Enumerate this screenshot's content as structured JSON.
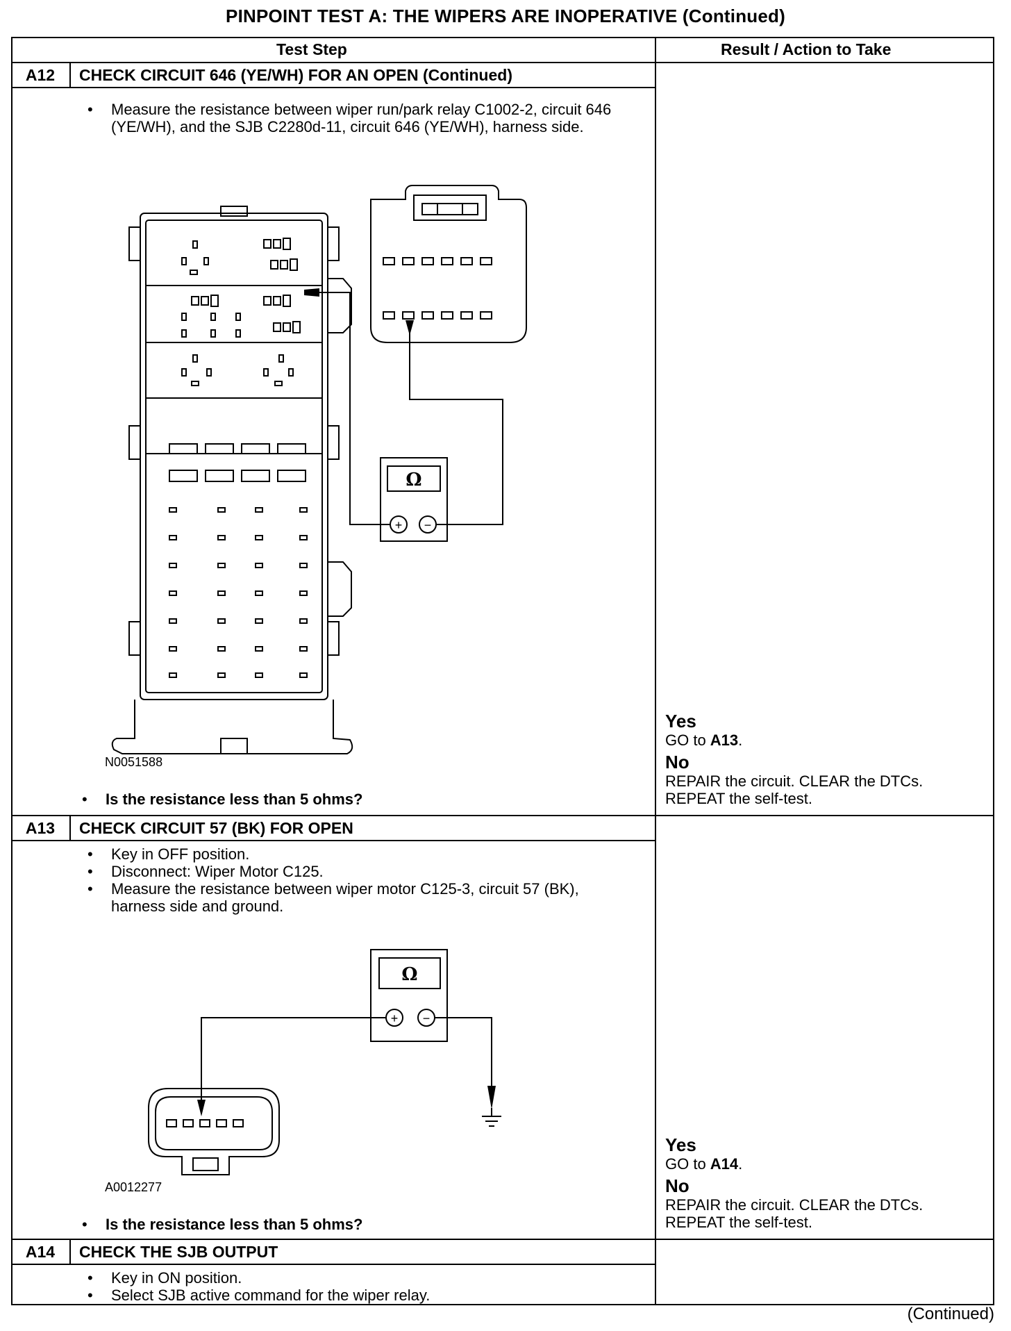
{
  "page_title": "PINPOINT TEST  A: THE WIPERS ARE INOPERATIVE (Continued)",
  "header": {
    "test_step": "Test Step",
    "result_action": "Result / Action to Take"
  },
  "steps": [
    {
      "id": "A12",
      "title": "CHECK CIRCUIT 646 (YE/WH) FOR AN OPEN (Continued)",
      "bullets": [
        "Measure the resistance between wiper run/park relay C1002-2, circuit 646 (YE/WH), and the SJB C2280d-11, circuit 646 (YE/WH), harness side."
      ],
      "figure_id": "N0051588",
      "question": "Is the resistance less than 5 ohms?",
      "yes_label": "Yes",
      "yes_text_pre": "GO to ",
      "yes_target": "A13",
      "yes_text_post": ".",
      "no_label": "No",
      "no_text": "REPAIR the circuit. CLEAR the DTCs. REPEAT the self-test."
    },
    {
      "id": "A13",
      "title": "CHECK CIRCUIT 57 (BK) FOR OPEN",
      "bullets": [
        "Key in OFF position.",
        "Disconnect: Wiper Motor C125.",
        "Measure the resistance between wiper motor C125-3, circuit 57 (BK), harness side and ground."
      ],
      "figure_id": "A0012277",
      "question": "Is the resistance less than 5 ohms?",
      "yes_label": "Yes",
      "yes_text_pre": "GO to ",
      "yes_target": "A14",
      "yes_text_post": ".",
      "no_label": "No",
      "no_text": "REPAIR the circuit. CLEAR the DTCs. REPEAT the self-test."
    },
    {
      "id": "A14",
      "title": "CHECK THE SJB OUTPUT",
      "bullets": [
        "Key in ON position.",
        "Select SJB active command for the wiper relay."
      ]
    }
  ],
  "meter_symbol": "Ω",
  "plus_symbol": "+",
  "minus_symbol": "−",
  "footer": "(Continued)"
}
